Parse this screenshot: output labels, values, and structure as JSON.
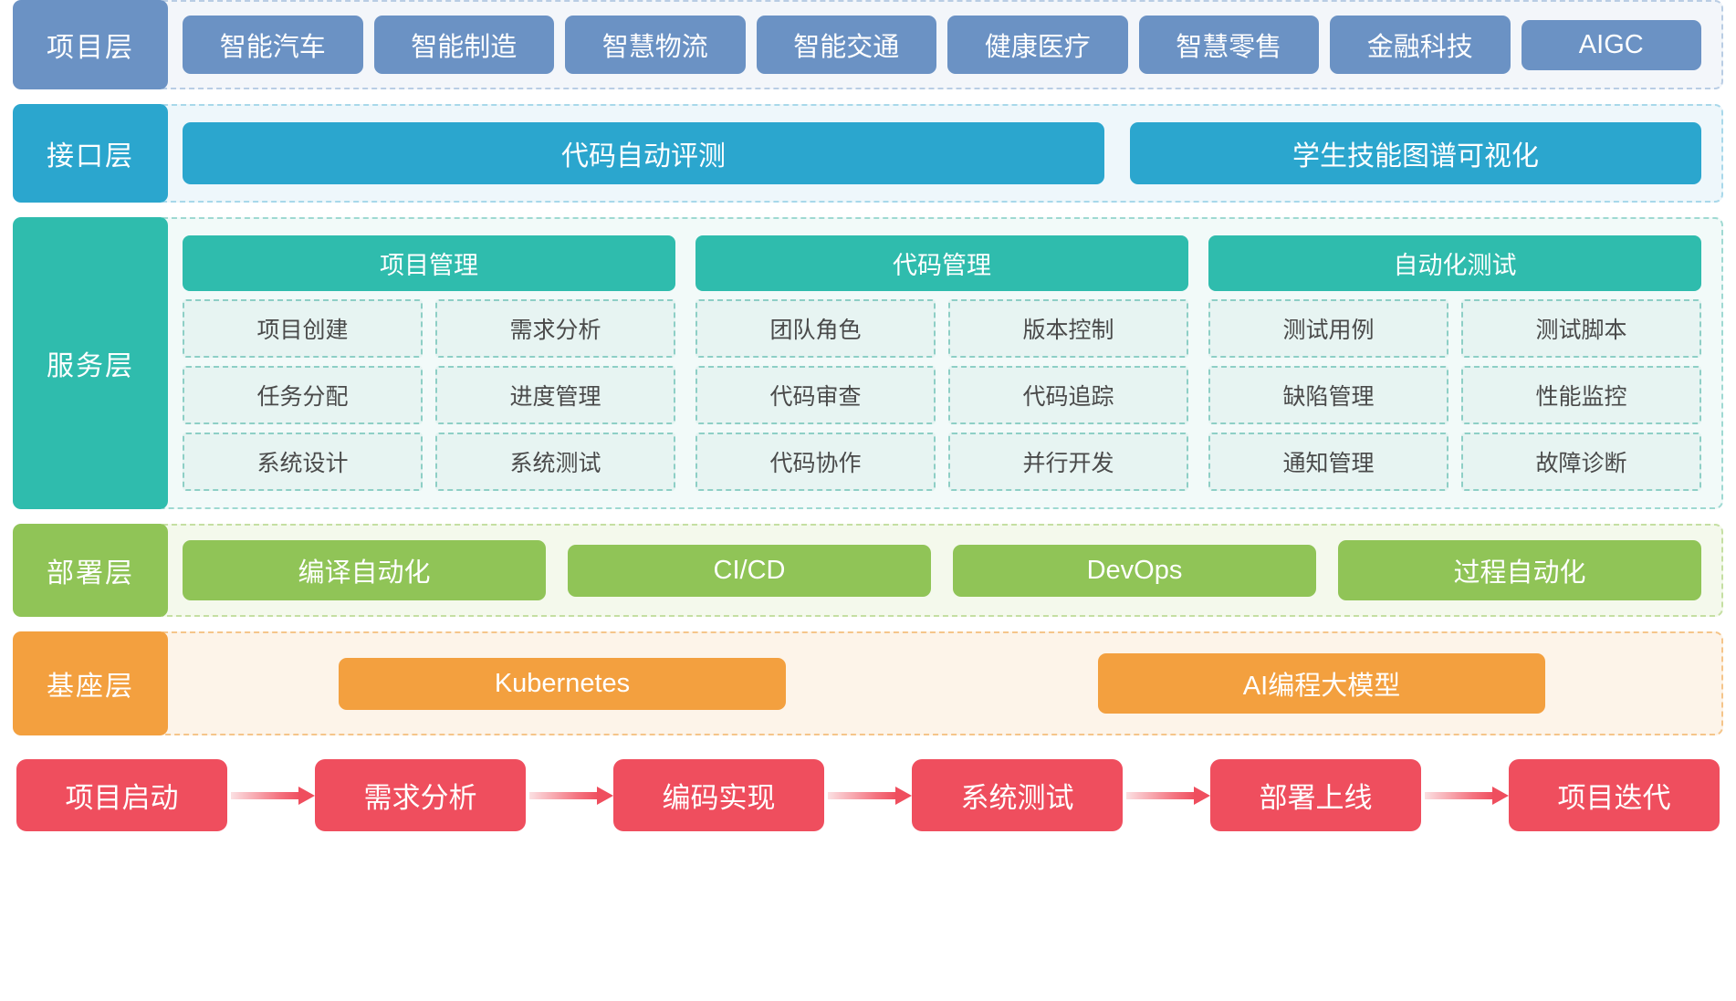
{
  "layers": [
    {
      "tag": "项目层",
      "color": "#6b92c4",
      "items": [
        "智能汽车",
        "智能制造",
        "智慧物流",
        "智能交通",
        "健康医疗",
        "智慧零售",
        "金融科技",
        "AIGC"
      ]
    },
    {
      "tag": "接口层",
      "color": "#2ba6ce",
      "items": [
        "代码自动评测",
        "学生技能图谱可视化"
      ]
    },
    {
      "tag": "服务层",
      "color": "#2fbcad",
      "groups": [
        {
          "title": "项目管理",
          "cells": [
            "项目创建",
            "需求分析",
            "任务分配",
            "进度管理",
            "系统设计",
            "系统测试"
          ]
        },
        {
          "title": "代码管理",
          "cells": [
            "团队角色",
            "版本控制",
            "代码审查",
            "代码追踪",
            "代码协作",
            "并行开发"
          ]
        },
        {
          "title": "自动化测试",
          "cells": [
            "测试用例",
            "测试脚本",
            "缺陷管理",
            "性能监控",
            "通知管理",
            "故障诊断"
          ]
        }
      ]
    },
    {
      "tag": "部署层",
      "color": "#90c457",
      "items": [
        "编译自动化",
        "CI/CD",
        "DevOps",
        "过程自动化"
      ]
    },
    {
      "tag": "基座层",
      "color": "#f3a03f",
      "items": [
        "Kubernetes",
        "AI编程大模型"
      ]
    }
  ],
  "pipeline": {
    "color": "#ef4e5e",
    "nodes": [
      "项目启动",
      "需求分析",
      "编码实现",
      "系统测试",
      "部署上线",
      "项目迭代"
    ]
  }
}
